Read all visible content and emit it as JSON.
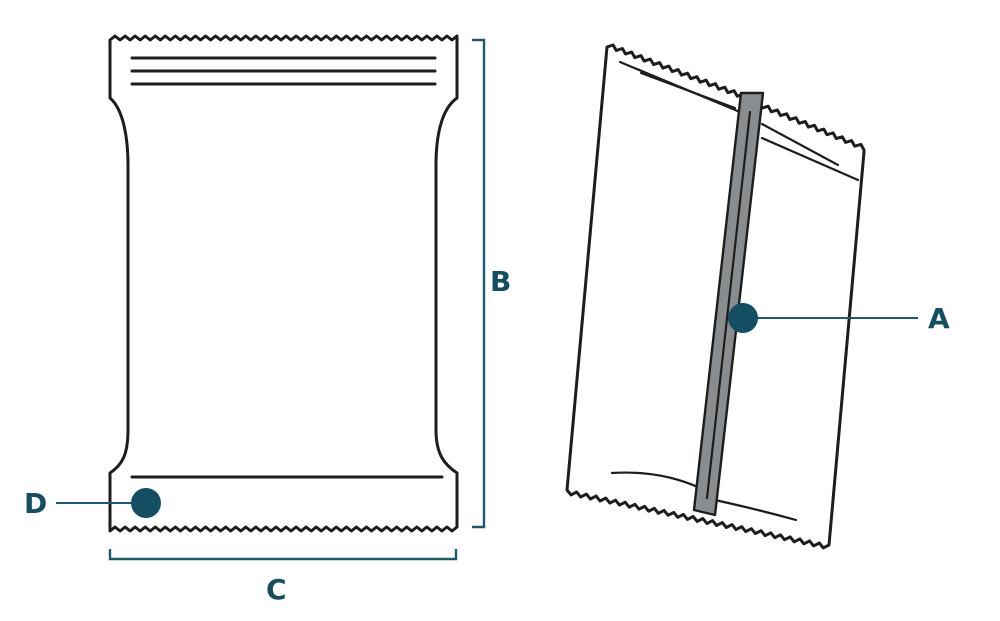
{
  "labels": {
    "a": "A",
    "b": "B",
    "c": "C",
    "d": "D"
  },
  "colors": {
    "accent": "#134e63",
    "outline": "#1d1d1d",
    "seam": "#8a8d8f"
  }
}
